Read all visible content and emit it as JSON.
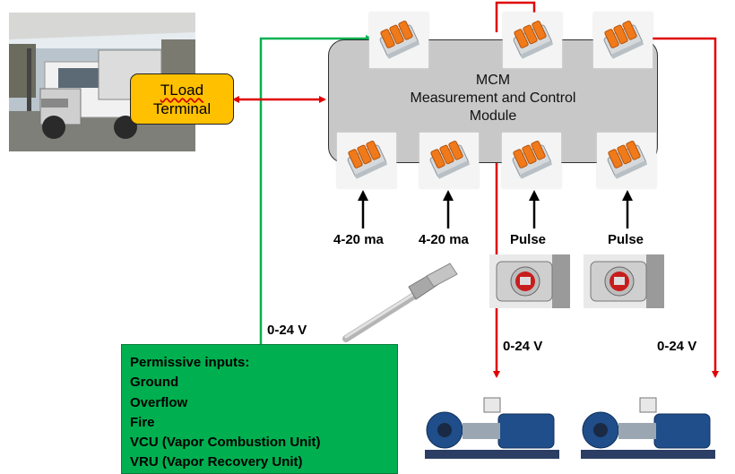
{
  "mcm": {
    "line1": "MCM",
    "line2": "Measurement and Control",
    "line3": "Module"
  },
  "tload": {
    "line1": "TLoad",
    "line2": "Terminal"
  },
  "signal_labels": {
    "analog_1": "4-20 ma",
    "analog_2": "4-20 ma",
    "pulse_1": "Pulse",
    "pulse_2": "Pulse"
  },
  "voltage_labels": {
    "permissive": "0-24 V",
    "pump_1": "0-24 V",
    "pump_2": "0-24 V"
  },
  "permissive_box": {
    "title": "Permissive inputs:",
    "items": [
      "Ground",
      "Overflow",
      "Fire",
      "VCU (Vapor Combustion Unit)",
      "VRU (Vapor Recovery Unit)"
    ]
  },
  "colors": {
    "mcm_fill": "#c8c8c8",
    "tload_fill": "#ffc000",
    "permissive_fill": "#00b050",
    "red_line": "#e00000",
    "green_line": "#00b050",
    "black_arrow": "#000000",
    "connector_orange": "#f07a1a"
  },
  "icons": {
    "connector": "wago-lever-connector-icon",
    "truck": "tanker-truck-photo",
    "sensor": "temperature-probe-photo",
    "meter": "flow-meter-display-photo",
    "pump": "pump-motor-photo"
  }
}
